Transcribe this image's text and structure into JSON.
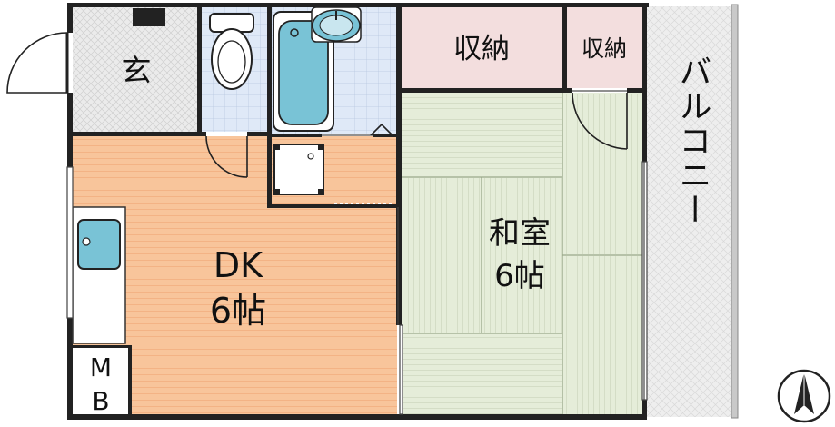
{
  "rooms": {
    "genkan": "玄",
    "dk_name": "DK",
    "dk_size": "6帖",
    "storage_left": "収納",
    "storage_right": "収納",
    "washitsu_name": "和室",
    "washitsu_size": "6帖",
    "balcony": "バルコニー",
    "mb_top": "M",
    "mb_bottom": "B"
  },
  "colors": {
    "wall": "#222222",
    "dk_floor": "#f8c59b",
    "tile": "#e9e9e9",
    "wet_area": "#dfe9f7",
    "tatami": "#e5edd9",
    "storage": "#f3dede",
    "fixture": "#79c3d6",
    "balcony": "#eeeeee"
  },
  "icons": {
    "north_arrow": "north-arrow-icon"
  }
}
